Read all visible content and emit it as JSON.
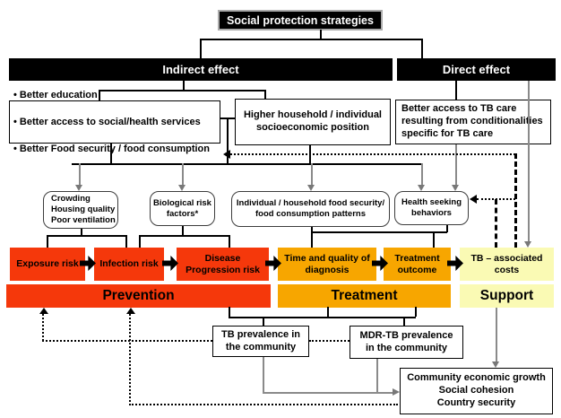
{
  "colors": {
    "risk_red": "#f5380b",
    "treatment_orange": "#f7a600",
    "support_yellow": "#fafab4",
    "line_gray": "#8a8a8a"
  },
  "header": {
    "title": "Social protection strategies",
    "indirect_effect": "Indirect effect",
    "direct_effect": "Direct effect"
  },
  "indirect_branch": {
    "benefits": {
      "bullet": "•",
      "items": [
        "Better education",
        "Better access to social/health services",
        "Better Food security / food consumption"
      ]
    },
    "socioeconomic": "Higher household / individual\nsocioeconomic position"
  },
  "direct_branch": {
    "tb_care": "Better access to TB care\nresulting from conditionalities\nspecific for TB care"
  },
  "determinants": {
    "living_conditions": "Crowding\nHousing quality\nPoor ventilation",
    "biological": "Biological risk\nfactors*",
    "food_security": "Individual / household food security/\nfood consumption patterns",
    "health_seeking": "Health seeking\nbehaviors"
  },
  "risk_chain": {
    "exposure": "Exposure risk",
    "infection": "Infection risk",
    "disease_progression": "Disease\nProgression risk",
    "diagnosis": "Time and quality of\ndiagnosis",
    "treatment_outcome": "Treatment\noutcome",
    "tb_costs": "TB – associated\ncosts"
  },
  "categories": {
    "prevention": "Prevention",
    "treatment": "Treatment",
    "support": "Support"
  },
  "outcomes": {
    "tb_prevalence": "TB prevalence in\nthe community",
    "mdr_prevalence": "MDR-TB prevalence\nin the community",
    "community": "Community economic growth\nSocial cohesion\nCountry security"
  }
}
